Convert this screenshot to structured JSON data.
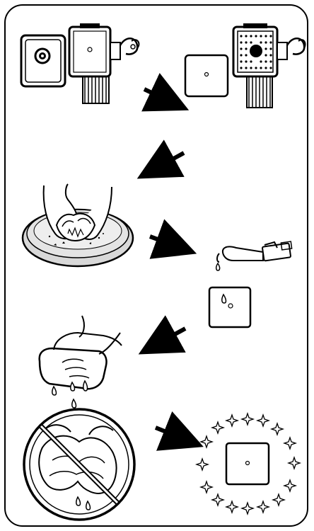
{
  "manual_panel": {
    "steps": [
      {
        "id": "step-1",
        "illustration": "remove-pad-from-machine"
      },
      {
        "id": "step-2",
        "illustration": "wash-pad-in-basin"
      },
      {
        "id": "step-3",
        "illustration": "apply-detergent-drops"
      },
      {
        "id": "step-4",
        "illustration": "squeeze-out-water"
      },
      {
        "id": "step-5",
        "illustration": "do-not-wring"
      },
      {
        "id": "step-6",
        "illustration": "clean-pad-result"
      }
    ],
    "icons": [
      "arrow-right-down-icon",
      "arrow-left-down-icon",
      "prohibition-icon",
      "sparkle-icon",
      "water-drop-icon"
    ],
    "colors": {
      "ink": "#000000",
      "basin": "#d8d8d8",
      "pad": "#ffffff"
    }
  }
}
